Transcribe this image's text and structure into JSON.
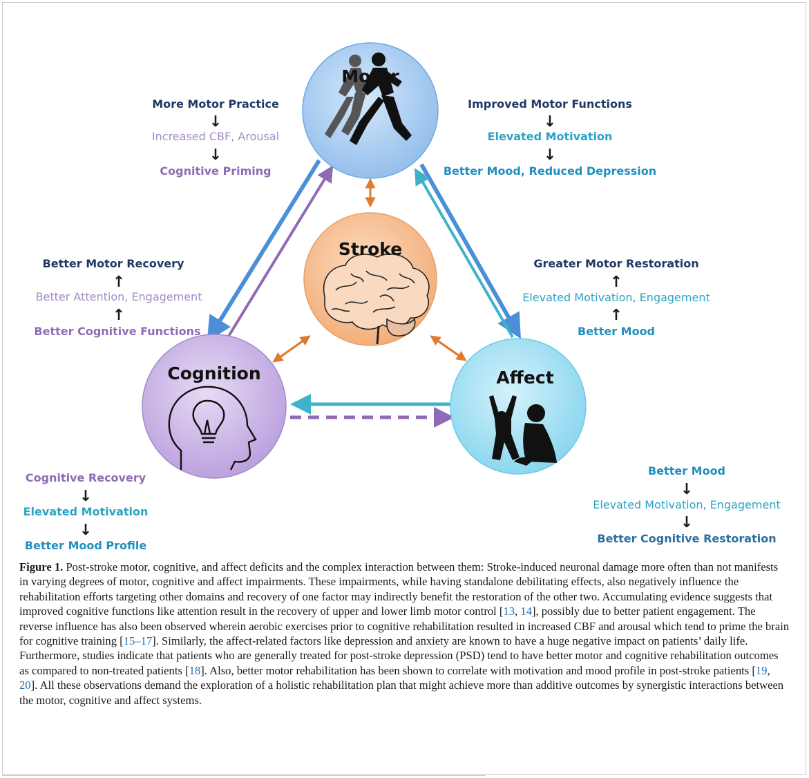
{
  "figure": {
    "nodes": {
      "motor": "Motor",
      "stroke": "Stroke",
      "cognition": "Cognition",
      "affect": "Affect"
    },
    "top_left": {
      "line1": "More Motor Practice",
      "line2": "Increased CBF, Arousal",
      "line3": "Cognitive Priming"
    },
    "top_right": {
      "line1": "Improved Motor Functions",
      "line2": "Elevated Motivation",
      "line3": "Better Mood, Reduced Depression"
    },
    "mid_left": {
      "line1": "Better Motor Recovery",
      "line2": "Better Attention, Engagement",
      "line3": "Better Cognitive Functions"
    },
    "mid_right": {
      "line1": "Greater Motor Restoration",
      "line2": "Elevated Motivation, Engagement",
      "line3": "Better Mood"
    },
    "bottom_left": {
      "line1": "Cognitive Recovery",
      "line2": "Elevated Motivation",
      "line3": "Better Mood Profile"
    },
    "bottom_right": {
      "line1": "Better Mood",
      "line2": "Elevated Motivation, Engagement",
      "line3": "Better Cognitive Restoration"
    },
    "arrow_glyphs": {
      "down": "↓",
      "up": "↑"
    },
    "colors": {
      "motor_fill": "#a9cff3",
      "stroke_fill": "#f7bf93",
      "cognition_fill": "#cdb7e8",
      "affect_fill": "#a9e2f3",
      "blue_arrow": "#4a8fd8",
      "purple_arrow": "#8e6bb4",
      "teal_arrow": "#3fb2c9",
      "orange_arrow": "#e07a2c"
    }
  },
  "caption": {
    "label": "Figure 1.",
    "t1": " Post-stroke motor, cognitive, and affect deficits and the complex interaction between them: Stroke-induced neuronal damage more often than not manifests in varying degrees of motor, cognitive and affect impairments. These impairments, while having standalone debilitating effects, also negatively influence the rehabilitation efforts targeting other domains and recovery of one factor may indirectly benefit the restoration of the other two. Accumulating evidence suggests that improved cognitive functions like attention result in the recovery of upper and lower limb motor control [",
    "r13": "13",
    "sep1": ", ",
    "r14": "14",
    "t2": "], possibly due to better patient engagement. The reverse influence has also been observed wherein aerobic exercises prior to cognitive rehabilitation resulted in increased CBF and arousal which tend to prime the brain for cognitive training [",
    "r15_17": "15–17",
    "t3": "]. Similarly, the affect-related factors like depression and anxiety are known to have a huge negative impact on patients’ daily life. Furthermore, studies indicate that patients who are generally treated for post-stroke depression (PSD) tend to have better motor and cognitive rehabilitation outcomes as compared to non-treated patients [",
    "r18": "18",
    "t4": "]. Also, better motor rehabilitation has been shown to correlate with motivation and mood profile in post-stroke patients [",
    "r19": "19",
    "sep2": ", ",
    "r20": "20",
    "t5": "]. All these observations demand the exploration of a holistic rehabilitation plan that might achieve more than additive outcomes by synergistic interactions between the motor, cognitive and affect systems."
  }
}
